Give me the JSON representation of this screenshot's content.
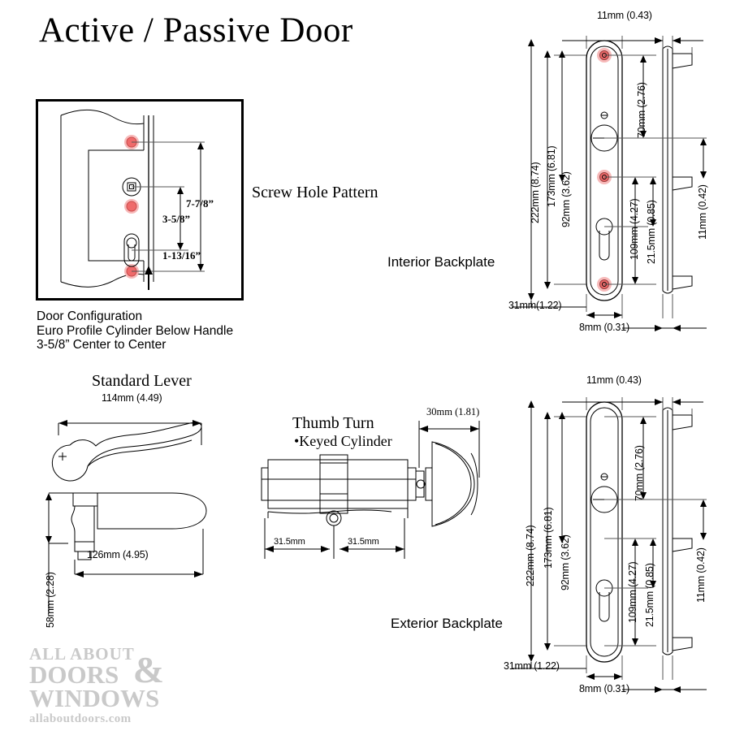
{
  "page": {
    "title": "Active / Passive Door"
  },
  "door_config": {
    "caption_label": "Screw Hole Pattern",
    "notes": [
      "Door Configuration",
      "Euro Profile Cylinder Below Handle",
      "3-5/8” Center to Center"
    ],
    "dimensions": {
      "overall": "7-7/8”",
      "center_to_center": "3-5/8”",
      "cylinder_to_bottom": "1-13/16”"
    }
  },
  "interior_backplate": {
    "caption": "Interior Backplate",
    "dimensions": {
      "width_top": "11mm (0.43)",
      "height_overall": "222mm (8.74)",
      "height_screw_span": "173mm (6.81)",
      "height_upper": "92mm (3.62)",
      "handle_to_top": "70mm (2.76)",
      "handle_to_cylinder": "109mm (4.27)",
      "offset": "21.5mm (0.85)",
      "tab_depth": "11mm (0.42)",
      "bottom_offset": "31mm(1.22)",
      "thickness": "8mm (0.31)"
    }
  },
  "exterior_backplate": {
    "caption": "Exterior Backplate",
    "dimensions": {
      "width_top": "11mm (0.43)",
      "height_overall": "222mm (8.74)",
      "height_screw_span": "173mm (6.81)",
      "height_upper": "92mm (3.62)",
      "handle_to_top": "70mm (2.76)",
      "handle_to_cylinder": "109mm (4.27)",
      "offset": "21.5mm (0.85)",
      "tab_depth": "11mm (0.42)",
      "bottom_offset": "31mm (1.22)",
      "thickness": "8mm (0.31)"
    }
  },
  "lever": {
    "caption": "Standard Lever",
    "dimensions": {
      "top_length": "114mm (4.49)",
      "side_length": "126mm (4.95)",
      "side_height": "58mm (2.28)"
    }
  },
  "cylinder": {
    "caption_line1": "Thumb Turn",
    "caption_line2": "•Keyed Cylinder",
    "dimensions": {
      "turn_width": "30mm (1.81)",
      "left_half": "31.5mm",
      "right_half": "31.5mm"
    }
  },
  "logo": {
    "line1": "ALL ABOUT",
    "ampersand": "&",
    "line2": "DOORS",
    "line3": "WINDOWS",
    "line4": "allaboutdoors.com"
  },
  "colors": {
    "screw_hole": "#ef6b6b",
    "screw_halo": "#f7b9b9",
    "logo_gray": "#c9c9c9",
    "line": "#000000"
  }
}
